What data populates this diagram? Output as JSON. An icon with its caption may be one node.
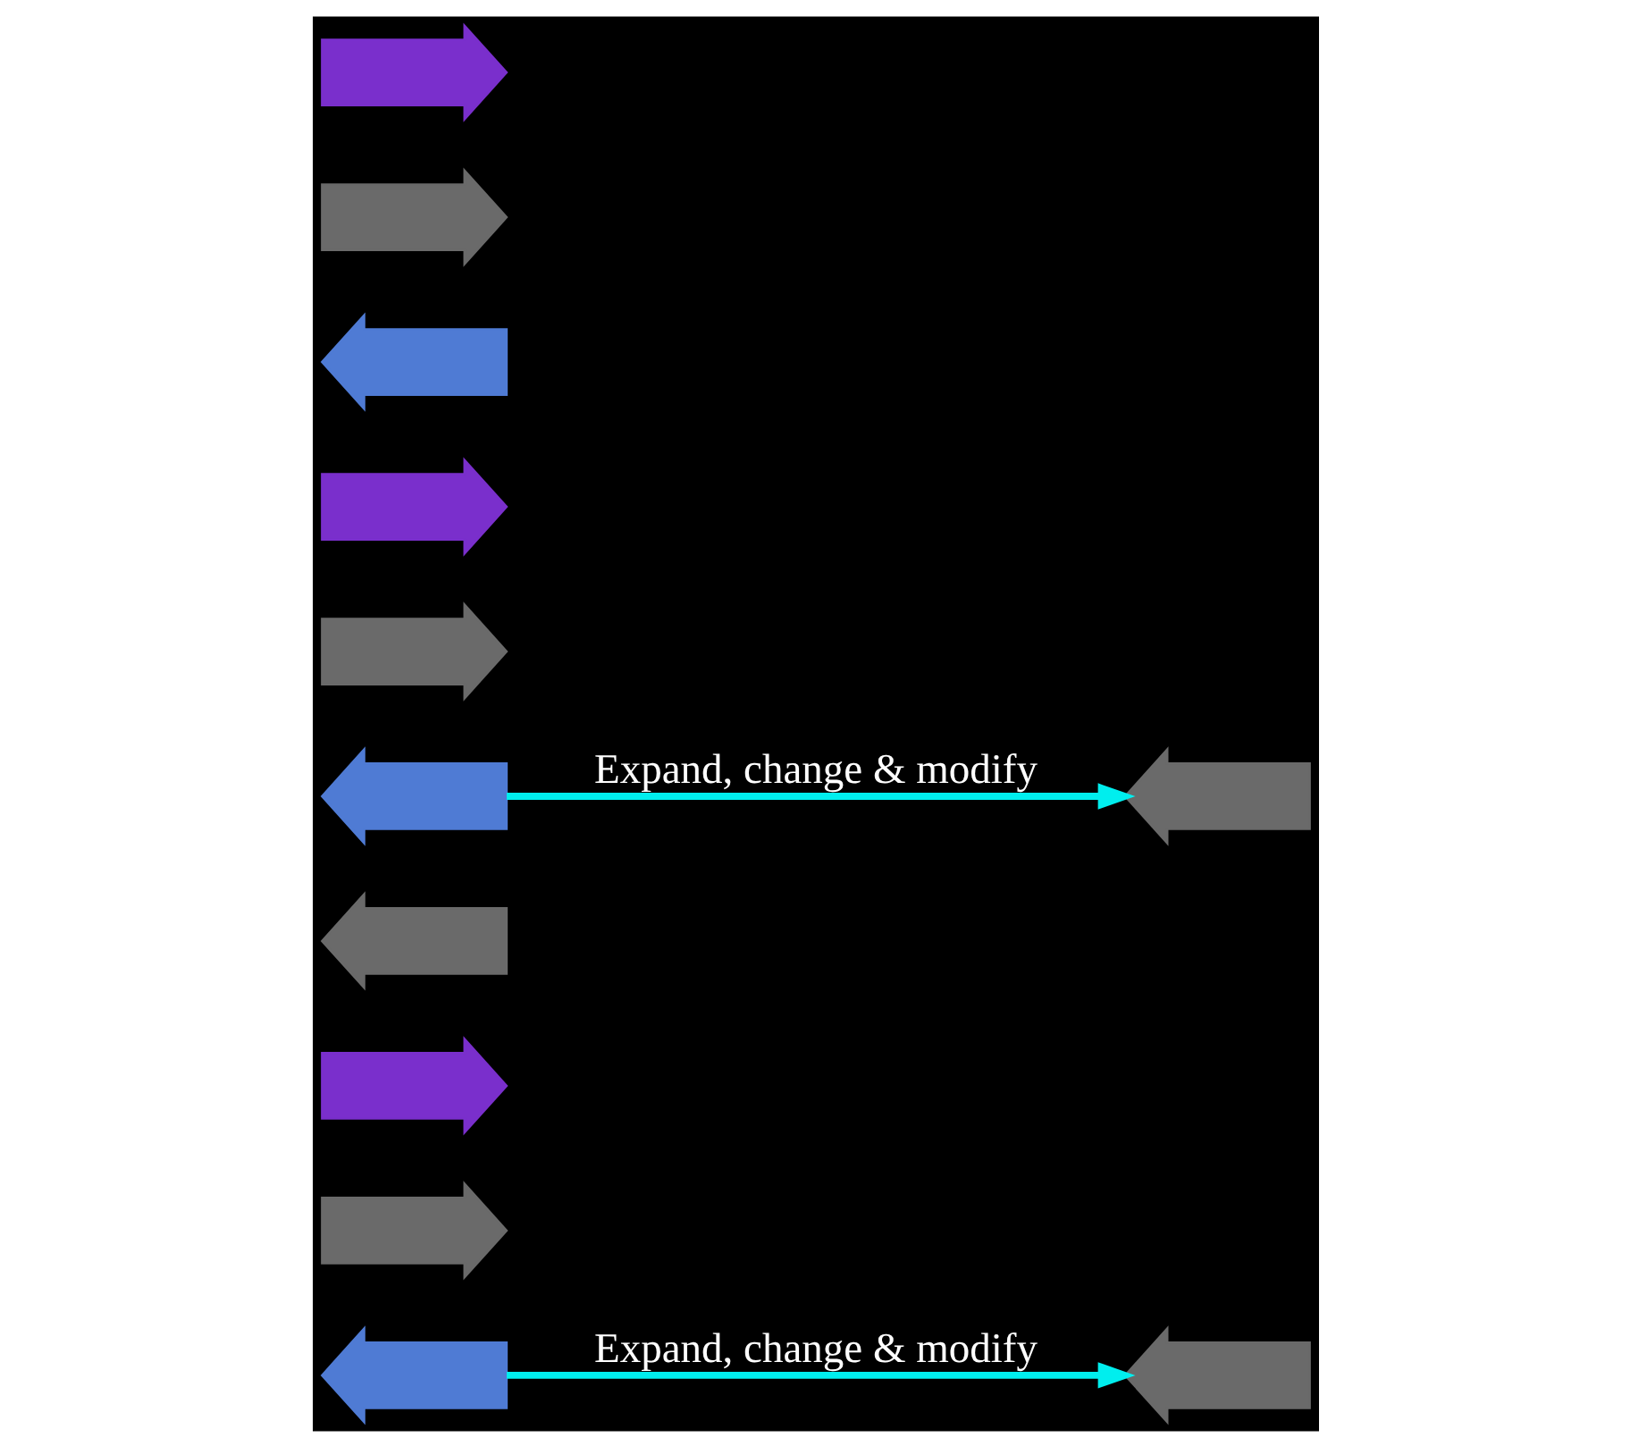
{
  "diagram": {
    "nodes": [
      {
        "text": [],
        "shape": "arrow"
      },
      {
        "text": [],
        "shape": "arrow"
      },
      {
        "text": [],
        "shape": "arrow"
      },
      {
        "text": [],
        "shape": "arrow"
      },
      {
        "text": [],
        "shape": "arrow"
      },
      {
        "text": [],
        "shape": "arrow"
      },
      {
        "text": [],
        "shape": "arrow"
      },
      {
        "text": [],
        "shape": "arrow"
      },
      {
        "text": [],
        "shape": "arrow"
      },
      {
        "text": [],
        "shape": "arrow"
      },
      {
        "text": [],
        "shape": "arrow"
      },
      {
        "text": [],
        "shape": "arrow"
      }
    ],
    "edges": [
      {
        "from": 0,
        "to": 7,
        "arrow": "to",
        "label": "Expand, change & modify",
        "color": "#00eeee"
      },
      {
        "from": 4,
        "to": 11,
        "arrow": "to",
        "label": "Expand, change & modify",
        "color": "#00eeee"
      }
    ]
  }
}
